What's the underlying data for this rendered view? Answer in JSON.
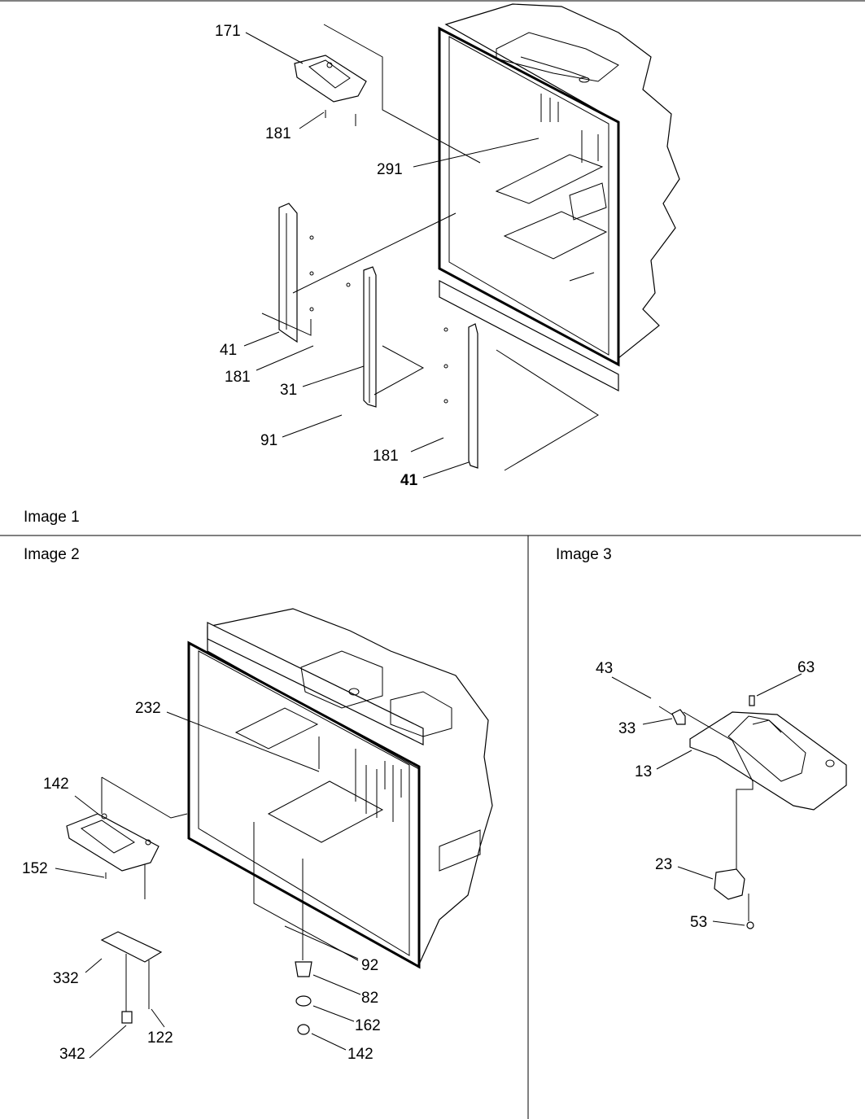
{
  "images": [
    {
      "caption": "Image 1",
      "callouts": [
        "171",
        "181",
        "291",
        "41",
        "181",
        "31",
        "91",
        "181",
        "41"
      ]
    },
    {
      "caption": "Image 2",
      "callouts": [
        "232",
        "142",
        "152",
        "92",
        "82",
        "162",
        "142",
        "332",
        "342",
        "122"
      ]
    },
    {
      "caption": "Image 3",
      "callouts": [
        "43",
        "63",
        "33",
        "13",
        "23",
        "53"
      ]
    }
  ]
}
